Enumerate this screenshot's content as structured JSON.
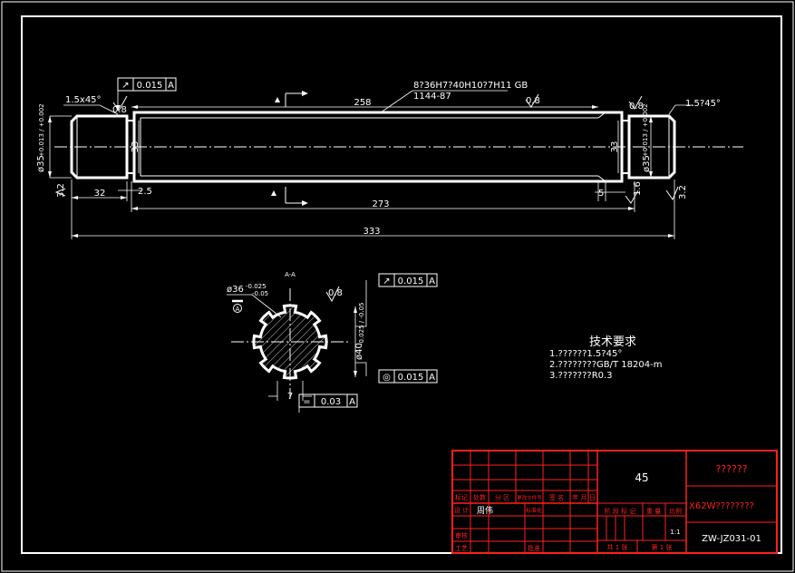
{
  "drawing": {
    "dims": {
      "chamfer_left": "1.5x45°",
      "chamfer_right": "1.5?45°",
      "spline_spec_line1": "8?36H7?40H10?7H11  GB",
      "spline_spec_line2": "1144-87",
      "len_258": "258",
      "len_273": "273",
      "len_333": "333",
      "len_32": "32",
      "len_2_5": "2.5",
      "len_5": "5",
      "len_1_6": "1.6",
      "dia_33_left": "33",
      "dia_33_right": "33",
      "dia_35_left": "ø35",
      "dia_35_left_tol": "+0.013 / +0.002",
      "dia_35_right": "ø35",
      "dia_35_right_tol": "+0.013 / +0.002",
      "dia_36": "ø36",
      "dia_36_tol_up": "-0.025",
      "dia_36_tol_low": "-0.05",
      "dia_40": "ø40",
      "dia_40_tol": "-0.025 / -0.05",
      "key_width": "7",
      "section_label": "A-A",
      "datum_letter": "A"
    },
    "roughness": {
      "r_08_a": "0.8",
      "r_08_b": "0.8",
      "r_08_c": "0.8",
      "r_08_d": "0.8",
      "r_32_left": "3.2",
      "r_32_right": "3.2"
    },
    "tolerance_frames": [
      {
        "symbol": "↗",
        "value": "0.015",
        "datum": "A"
      },
      {
        "symbol": "↗",
        "value": "0.015",
        "datum": "A"
      },
      {
        "symbol": "◎",
        "value": "0.015",
        "datum": "A"
      },
      {
        "symbol": "=",
        "value": "0.03",
        "datum": "A"
      }
    ],
    "tech_requirements": {
      "title": "技术要求",
      "items": [
        "1.??????1.5?45°",
        "2.????????GB/T 18204-m",
        "3.???????R0.3"
      ]
    }
  },
  "title_block": {
    "material": "45",
    "drawing_name": "??????",
    "company": "X62W????????",
    "scale": "1:1",
    "drawing_number": "ZW-JZ031-01",
    "labels": {
      "biaoji": "标记",
      "chushu": "处数",
      "fenqu": "分 区",
      "gengai": "更改文件号",
      "qianming": "签 名",
      "nianyueri": "年 月 日",
      "sheji": "设 计",
      "designer": "周伟",
      "biaozhunhua": "标准化",
      "jieduan": "阶 段 标 记",
      "zhongliang": "重 量",
      "bili": "比例",
      "shenhe": "审核",
      "gongyi": "工艺",
      "pizhun": "批准",
      "sheets": "共 1 张",
      "sheet": "第 1 张"
    }
  }
}
